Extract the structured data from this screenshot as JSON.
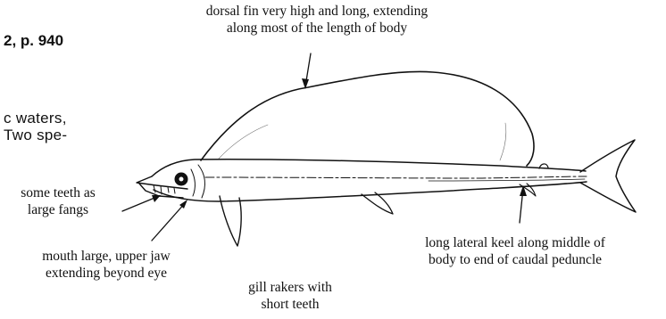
{
  "header": {
    "page_ref": "2, p. 940",
    "text_line_1": "c waters,",
    "text_line_2": "Two spe-"
  },
  "annotations": {
    "dorsal_fin": {
      "line1": "dorsal fin very high and long, extending",
      "line2": "along most of the length of body"
    },
    "teeth": {
      "line1": "some teeth as",
      "line2": "large fangs"
    },
    "mouth": {
      "line1": "mouth large, upper jaw",
      "line2": "extending beyond eye"
    },
    "gill_rakers": {
      "line1": "gill rakers with",
      "line2": "short teeth"
    },
    "lateral_keel": {
      "line1": "long lateral keel along middle of",
      "line2": "body to end of caudal peduncle"
    }
  },
  "colors": {
    "ink": "#111111",
    "background": "#ffffff"
  }
}
